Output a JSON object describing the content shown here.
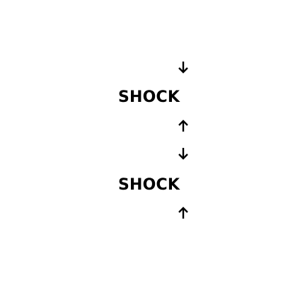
{
  "items": [
    {
      "type": "arrow",
      "icon": "arrow-down-icon"
    },
    {
      "type": "word",
      "text": "SHOCK"
    },
    {
      "type": "arrow",
      "icon": "arrow-up-icon"
    },
    {
      "type": "arrow",
      "icon": "arrow-down-icon"
    },
    {
      "type": "word",
      "text": "SHOCK"
    },
    {
      "type": "arrow",
      "icon": "arrow-up-icon"
    }
  ],
  "colors": {
    "background": "#ffffff",
    "foreground": "#000000"
  }
}
